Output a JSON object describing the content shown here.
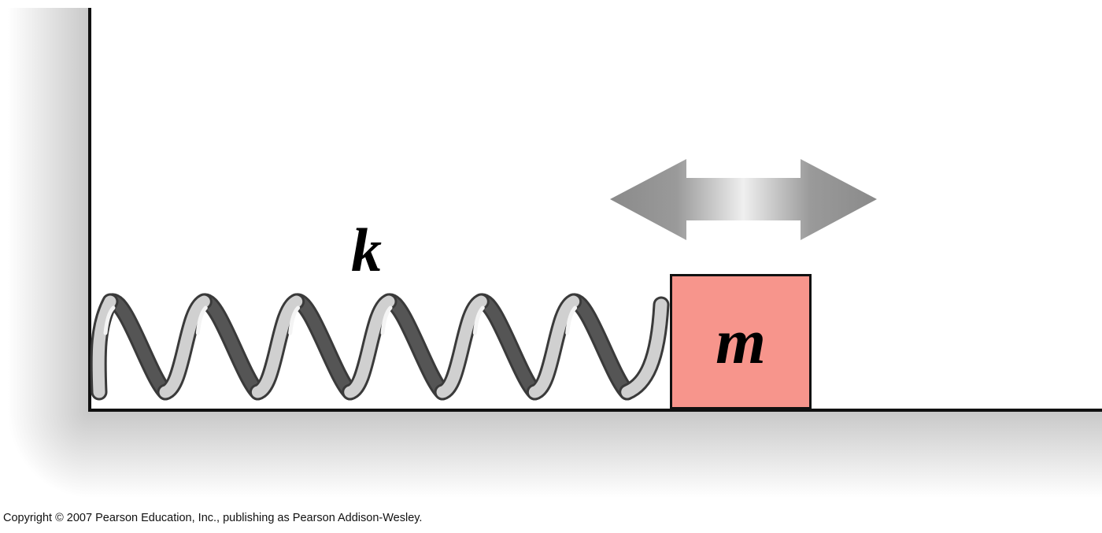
{
  "labels": {
    "spring_constant": "k",
    "mass": "m"
  },
  "copyright": "Copyright © 2007 Pearson Education, Inc., publishing as Pearson Addison-Wesley.",
  "colors": {
    "block_fill": "#f7958c",
    "outline": "#111111",
    "spring_dark": "#555555",
    "spring_light": "#d0d0d0",
    "arrow": "#8c8c8c"
  },
  "icons": {
    "motion_arrow": "double-headed-arrow-icon"
  },
  "spring": {
    "coil_count": 6
  }
}
